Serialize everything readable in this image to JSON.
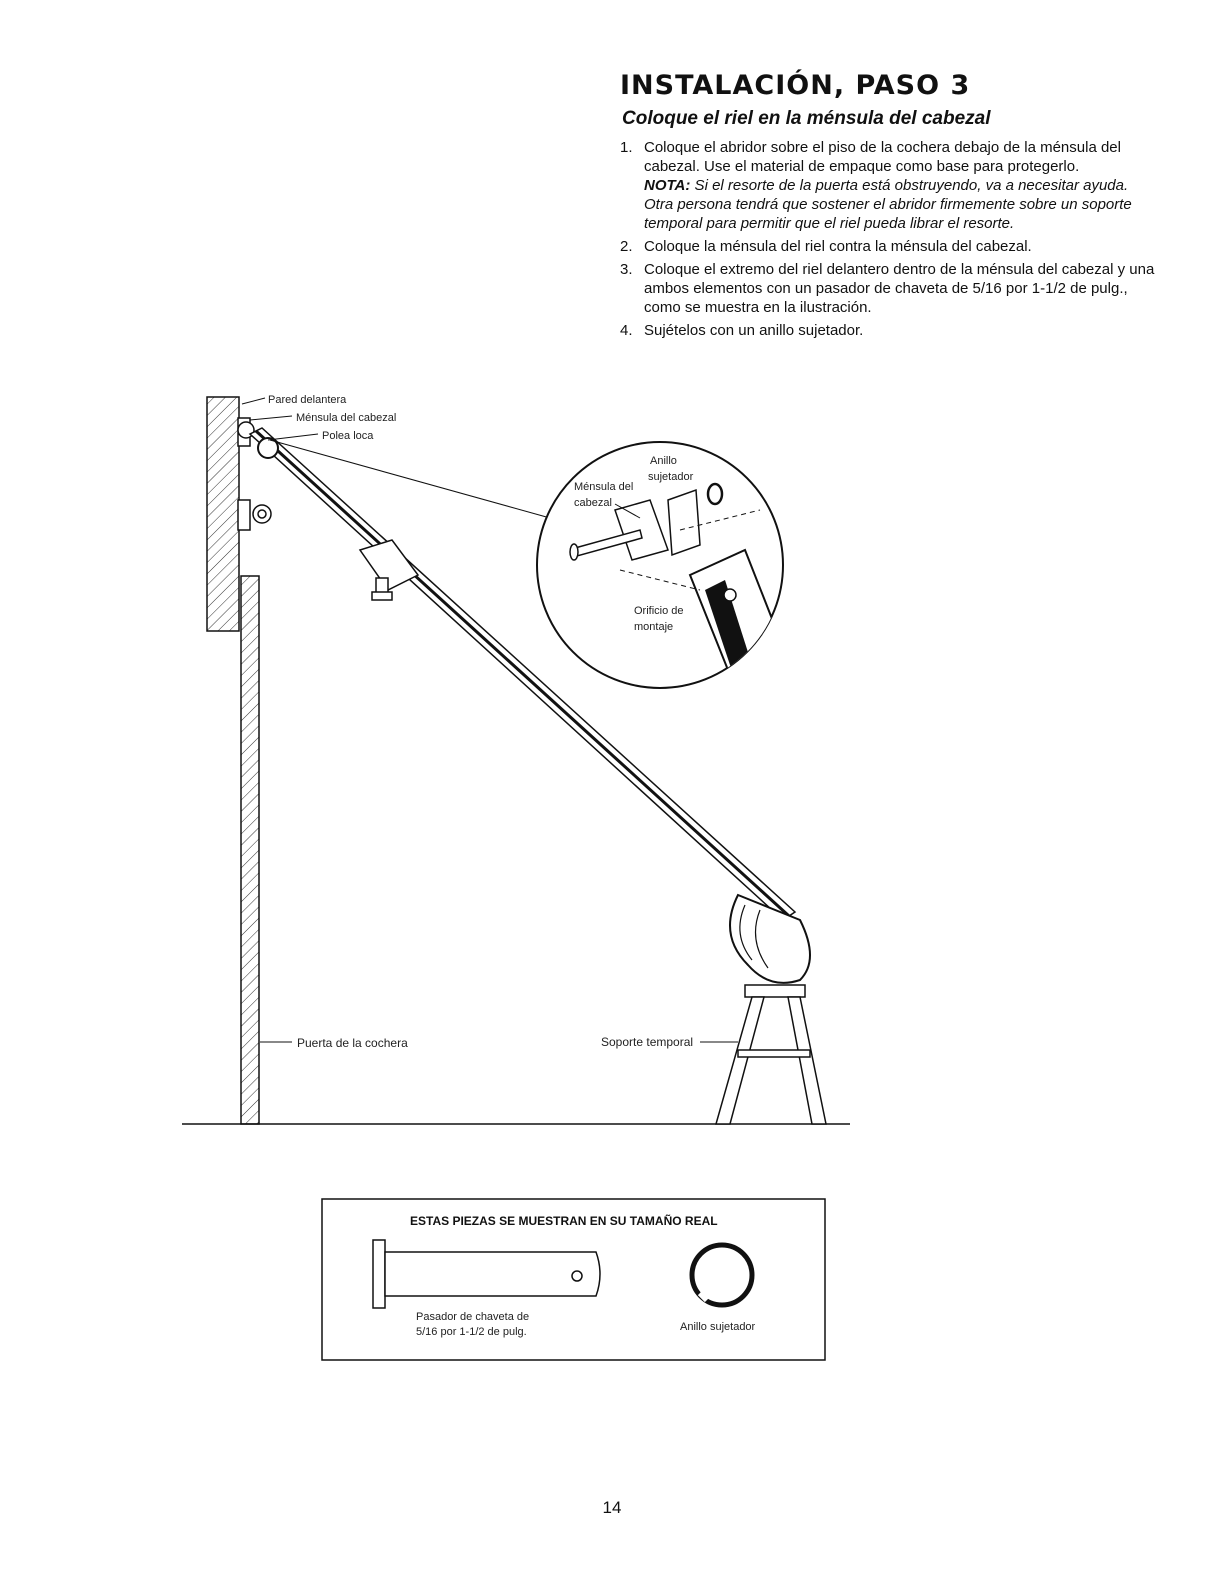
{
  "header": {
    "title": "INSTALACIÓN, PASO 3",
    "subtitle": "Coloque el riel en la ménsula del cabezal"
  },
  "steps": [
    {
      "num": "1.",
      "text": "Coloque el abridor sobre el piso de la cochera debajo de la ménsula del cabezal. Use el material de empaque como base para protegerlo.",
      "note_label": "NOTA:",
      "note": " Si el resorte de la puerta está obstruyendo, va a necesitar ayuda. Otra persona tendrá que sostener el abridor firmemente sobre un soporte temporal para permitir que el riel pueda librar el resorte."
    },
    {
      "num": "2.",
      "text": "Coloque la ménsula del riel contra la ménsula del cabezal."
    },
    {
      "num": "3.",
      "text": "Coloque el extremo del riel delantero dentro de la ménsula del cabezal y una ambos elementos con un pasador de chaveta de 5/16 por 1-1/2 de pulg., como se muestra en la ilustración."
    },
    {
      "num": "4.",
      "text": "Sujételos con un anillo sujetador."
    }
  ],
  "diagram": {
    "pared_delantera": "Pared delantera",
    "mensula_cabezal": "Ménsula del cabezal",
    "polea_loca": "Polea loca",
    "anillo": "Anillo",
    "sujetador": "sujetador",
    "mensula_del": "Ménsula del",
    "cabezal": "cabezal",
    "orificio_de": "Orificio de",
    "montaje": "montaje",
    "puerta_cochera": "Puerta de la cochera",
    "soporte_temporal": "Soporte temporal"
  },
  "parts": {
    "title": "ESTAS PIEZAS SE MUESTRAN EN SU TAMAÑO REAL",
    "pin_line1": "Pasador de chaveta de",
    "pin_line2": "5/16 por 1-1/2 de pulg.",
    "ring": "Anillo sujetador"
  },
  "page_number": "14"
}
